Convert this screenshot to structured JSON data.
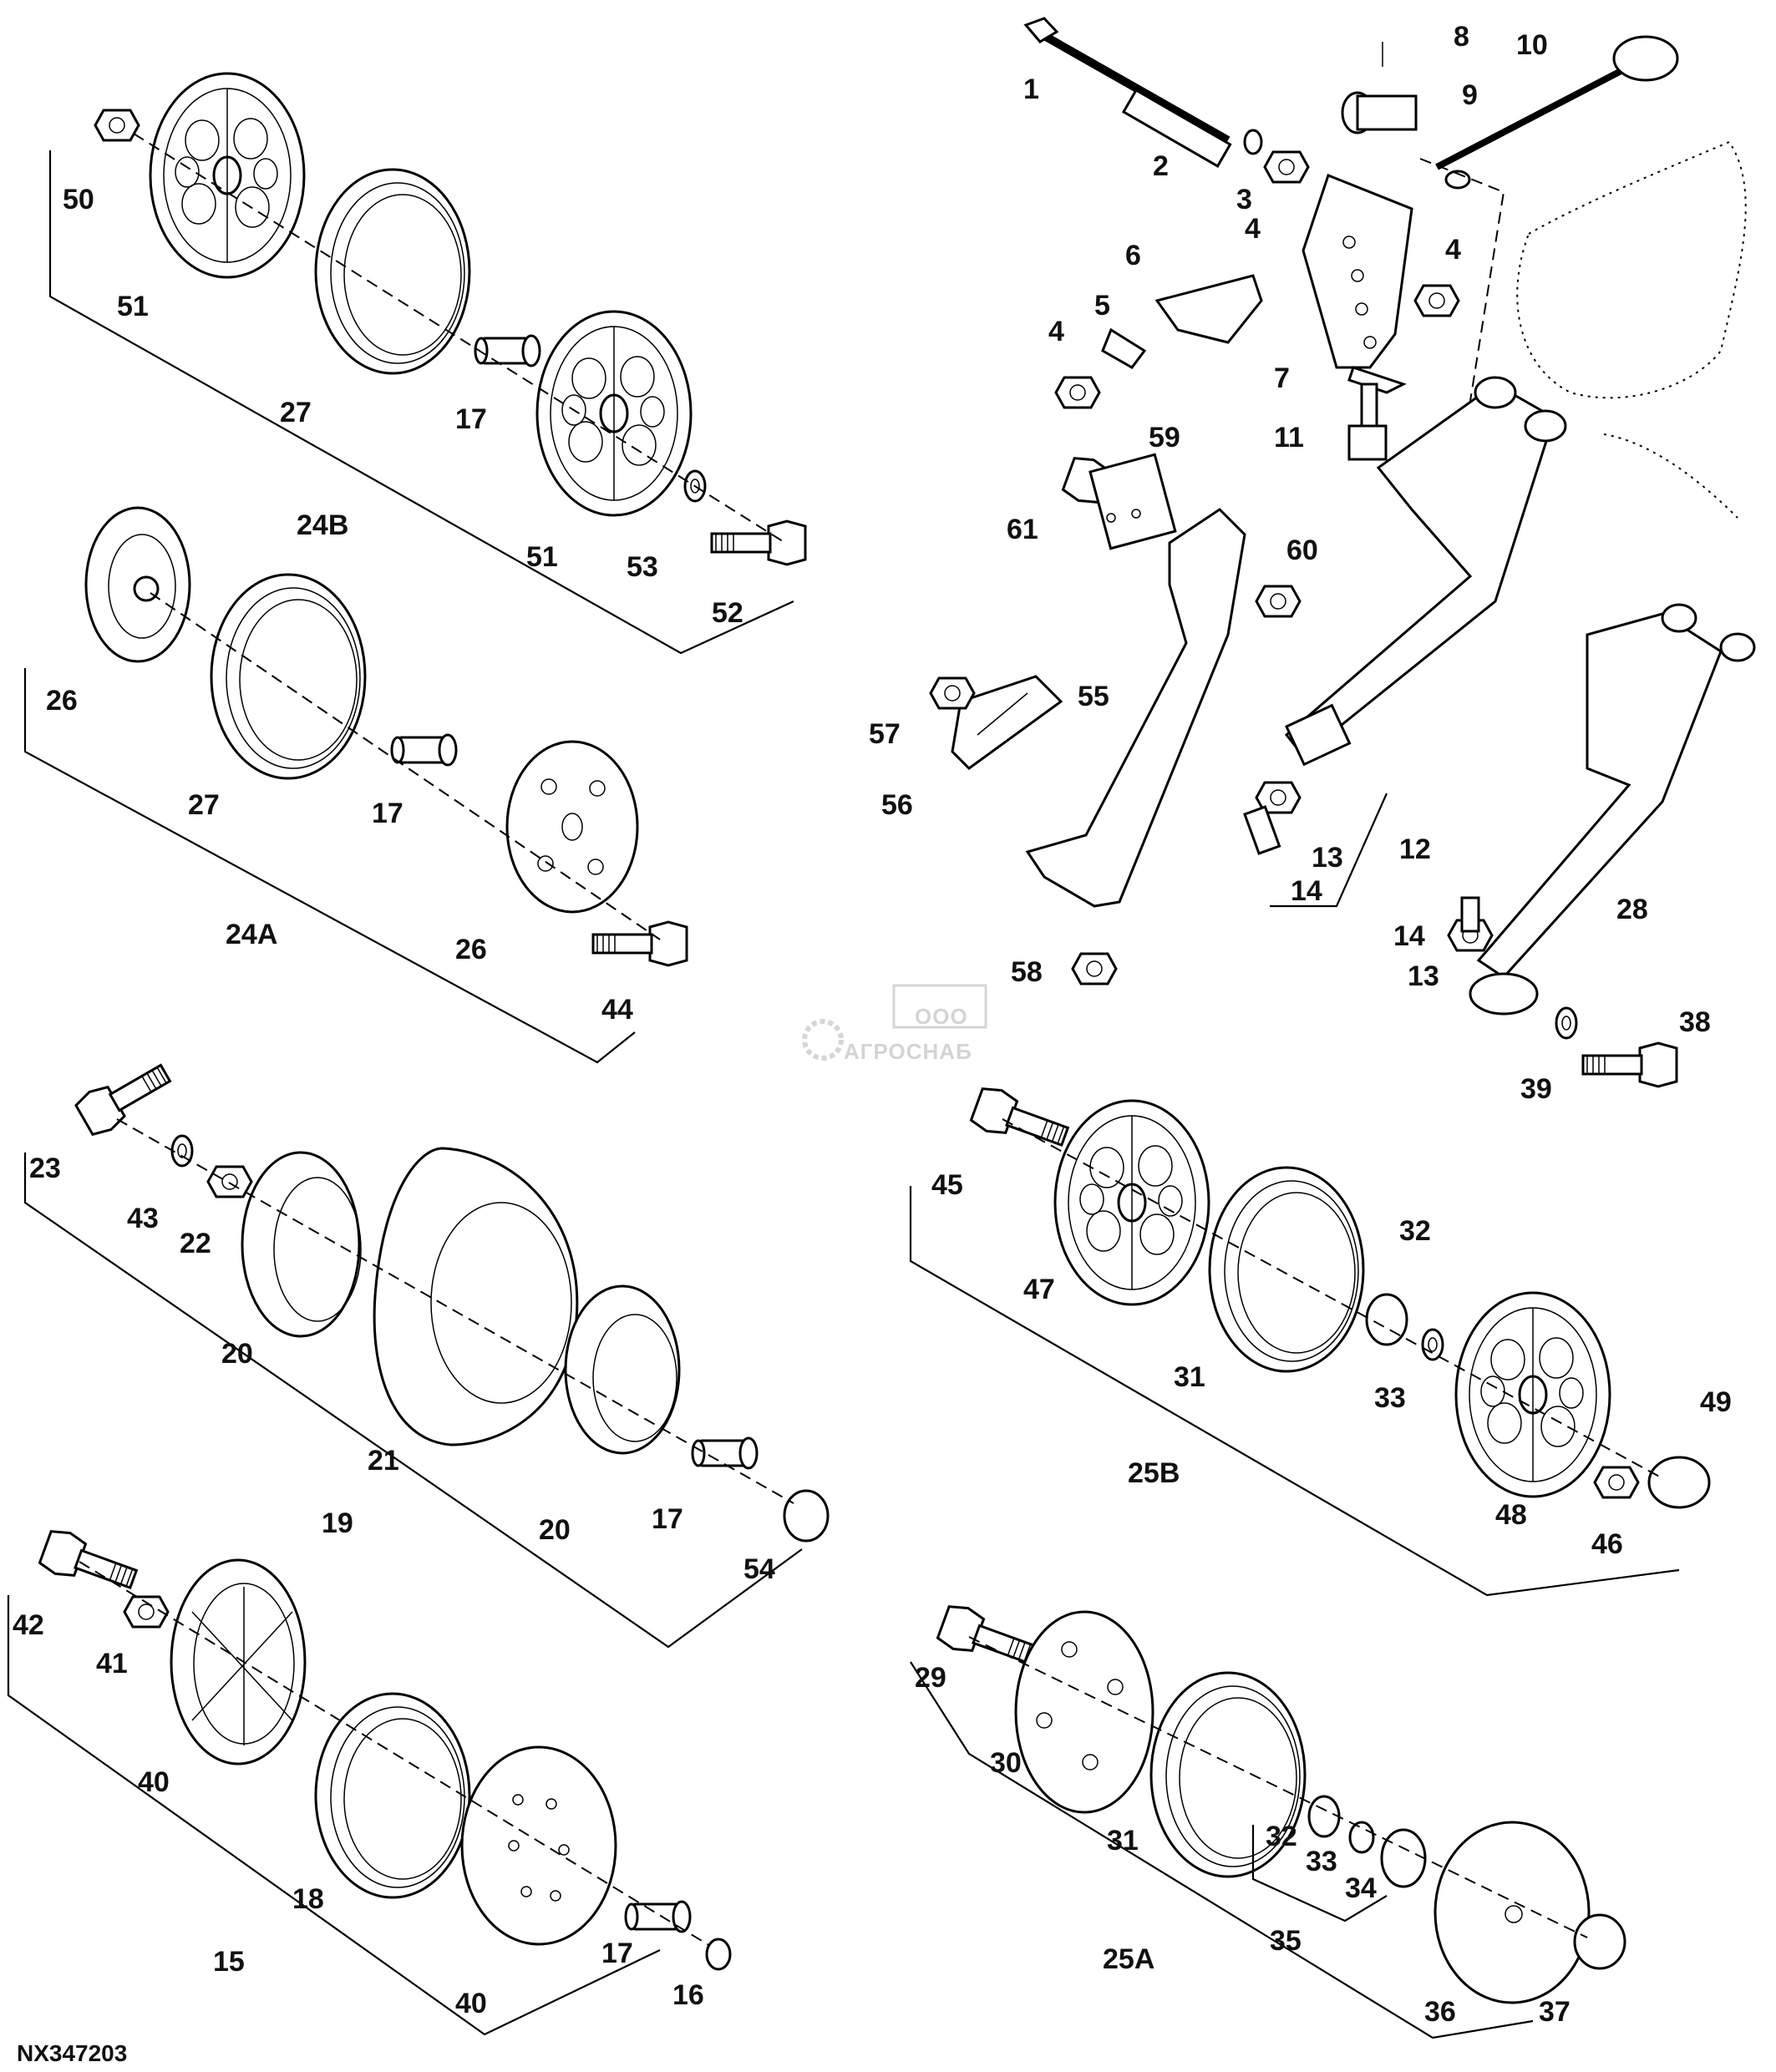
{
  "figure": {
    "reference": "NX347203",
    "watermark": {
      "prefix": "ООО",
      "name": "АГРОСНАБ"
    }
  },
  "callouts": {
    "c1": "1",
    "c2": "2",
    "c3": "3",
    "c4a": "4",
    "c4b": "4",
    "c4c": "4",
    "c5": "5",
    "c6": "6",
    "c7": "7",
    "c8": "8",
    "c9": "9",
    "c10": "10",
    "c11": "11",
    "c12": "12",
    "c13a": "13",
    "c13b": "13",
    "c14a": "14",
    "c14b": "14",
    "c15": "15",
    "c16": "16",
    "c17a": "17",
    "c17b": "17",
    "c17c": "17",
    "c17d": "17",
    "c18": "18",
    "c19": "19",
    "c20a": "20",
    "c20b": "20",
    "c21": "21",
    "c22": "22",
    "c23": "23",
    "c24A": "24A",
    "c24B": "24B",
    "c25A": "25A",
    "c25B": "25B",
    "c26a": "26",
    "c26b": "26",
    "c27a": "27",
    "c27b": "27",
    "c28": "28",
    "c29": "29",
    "c30": "30",
    "c31a": "31",
    "c31b": "31",
    "c32a": "32",
    "c32b": "32",
    "c33a": "33",
    "c33b": "33",
    "c34": "34",
    "c35": "35",
    "c36": "36",
    "c37": "37",
    "c38": "38",
    "c39": "39",
    "c40a": "40",
    "c40b": "40",
    "c41": "41",
    "c42": "42",
    "c43": "43",
    "c44": "44",
    "c45": "45",
    "c46": "46",
    "c47": "47",
    "c48": "48",
    "c49": "49",
    "c50": "50",
    "c51a": "51",
    "c51b": "51",
    "c52": "52",
    "c53": "53",
    "c54": "54",
    "c55": "55",
    "c56": "56",
    "c57": "57",
    "c58": "58",
    "c59": "59",
    "c60": "60",
    "c61": "61"
  }
}
